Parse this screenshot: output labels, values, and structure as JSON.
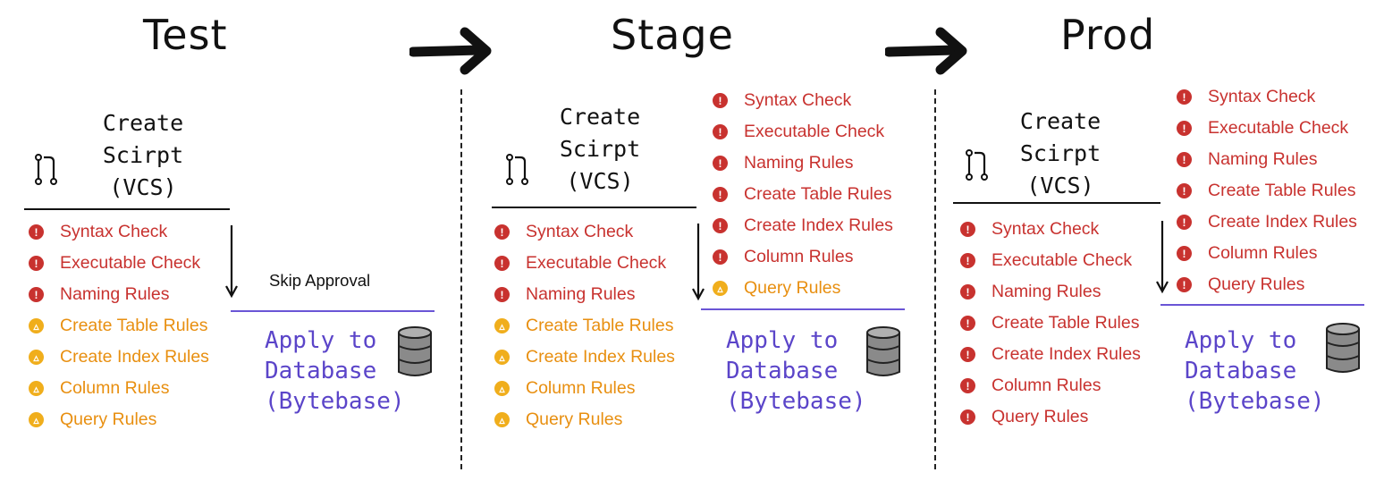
{
  "stages": [
    {
      "title": "Test",
      "script_label": [
        "Create",
        "Scirpt",
        "(VCS)"
      ],
      "apply_label": [
        "Apply to",
        "Database",
        "(Bytebase)"
      ],
      "note": "Skip Approval",
      "rules": [
        {
          "label": "Syntax Check",
          "severity": "error"
        },
        {
          "label": "Executable Check",
          "severity": "error"
        },
        {
          "label": "Naming Rules",
          "severity": "error"
        },
        {
          "label": "Create Table Rules",
          "severity": "warning"
        },
        {
          "label": "Create Index Rules",
          "severity": "warning"
        },
        {
          "label": "Column Rules",
          "severity": "warning"
        },
        {
          "label": "Query Rules",
          "severity": "warning"
        }
      ]
    },
    {
      "title": "Stage",
      "script_label": [
        "Create",
        "Scirpt",
        "(VCS)"
      ],
      "apply_label": [
        "Apply to",
        "Database",
        "(Bytebase)"
      ],
      "rules": [
        {
          "label": "Syntax Check",
          "severity": "error"
        },
        {
          "label": "Executable Check",
          "severity": "error"
        },
        {
          "label": "Naming Rules",
          "severity": "error"
        },
        {
          "label": "Create Table Rules",
          "severity": "warning"
        },
        {
          "label": "Create Index Rules",
          "severity": "warning"
        },
        {
          "label": "Column Rules",
          "severity": "warning"
        },
        {
          "label": "Query Rules",
          "severity": "warning"
        }
      ],
      "approval_rules": [
        {
          "label": "Syntax Check",
          "severity": "error"
        },
        {
          "label": "Executable Check",
          "severity": "error"
        },
        {
          "label": "Naming Rules",
          "severity": "error"
        },
        {
          "label": "Create Table Rules",
          "severity": "error"
        },
        {
          "label": "Create Index Rules",
          "severity": "error"
        },
        {
          "label": "Column Rules",
          "severity": "error"
        },
        {
          "label": "Query Rules",
          "severity": "warning"
        }
      ]
    },
    {
      "title": "Prod",
      "script_label": [
        "Create",
        "Scirpt",
        "(VCS)"
      ],
      "apply_label": [
        "Apply to",
        "Database",
        "(Bytebase)"
      ],
      "rules": [
        {
          "label": "Syntax Check",
          "severity": "error"
        },
        {
          "label": "Executable Check",
          "severity": "error"
        },
        {
          "label": "Naming Rules",
          "severity": "error"
        },
        {
          "label": "Create Table Rules",
          "severity": "error"
        },
        {
          "label": "Create Index Rules",
          "severity": "error"
        },
        {
          "label": "Column Rules",
          "severity": "error"
        },
        {
          "label": "Query Rules",
          "severity": "error"
        }
      ],
      "approval_rules": [
        {
          "label": "Syntax Check",
          "severity": "error"
        },
        {
          "label": "Executable Check",
          "severity": "error"
        },
        {
          "label": "Naming Rules",
          "severity": "error"
        },
        {
          "label": "Create Table Rules",
          "severity": "error"
        },
        {
          "label": "Create Index Rules",
          "severity": "error"
        },
        {
          "label": "Column Rules",
          "severity": "error"
        },
        {
          "label": "Query Rules",
          "severity": "error"
        }
      ]
    }
  ],
  "colors": {
    "error": "#c8322f",
    "warning": "#f0ae1c",
    "apply": "#5b45c9"
  },
  "icons": {
    "branch": "git-branch-icon",
    "database": "database-icon",
    "error": "error-dot-icon",
    "warning": "warning-dot-icon"
  }
}
